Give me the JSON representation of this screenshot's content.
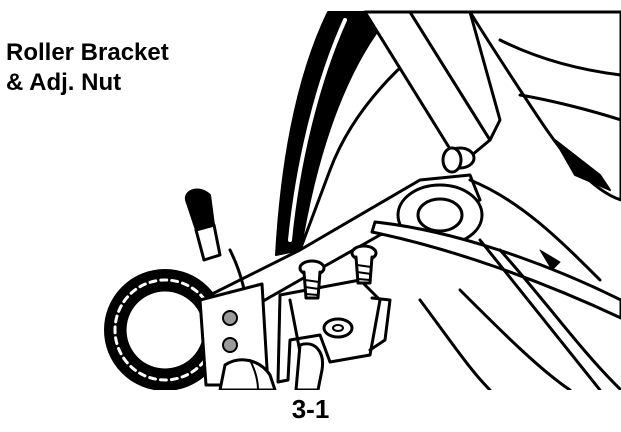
{
  "callout": {
    "line1": "Roller Bracket",
    "line2": "& Adj. Nut"
  },
  "figure_number": "3-1",
  "colors": {
    "ink": "#000000",
    "paper": "#ffffff",
    "hole": "#9a9a9a"
  }
}
